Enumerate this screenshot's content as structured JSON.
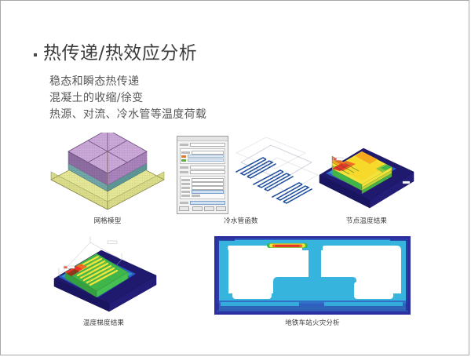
{
  "slide": {
    "title": "热传递/热效应分析",
    "bullet_glyph": "square-bullet",
    "bullets": [
      "稳态和瞬态热传递",
      "混凝土的收缩/徐变",
      "热源、对流、冷水管等温度荷载"
    ]
  },
  "figures": [
    {
      "name": "mesh-model",
      "caption": "网格模型",
      "description": "isometric FE mesh: olive-yellow foundation slab with purple/teal block on top",
      "colors": {
        "slab_top": "#e6e89a",
        "slab_side": "#d8da88",
        "block_top": "#c9a4d6",
        "block_side": "#a97fba",
        "block_band": "#6fa8a8"
      }
    },
    {
      "name": "cooling-pipe-dialog",
      "caption": "",
      "description": "small properties dialog window with input rows and buttons",
      "colors": {
        "window": "#f2f2f2",
        "selection": "#cfe0f3",
        "accent_orange": "#e07b2d",
        "accent_green": "#5fae45"
      }
    },
    {
      "name": "cooling-pipe-function",
      "caption": "冷水管函数",
      "description": "isometric serpentine cooling pipe layout, blue dotted loops with grey outlines",
      "colors": {
        "pipe": "#1f4e9c",
        "outline": "#c8cdd6"
      }
    },
    {
      "name": "nodal-temperature-result",
      "caption": "节点温度结果",
      "description": "isometric contour plot, navy base block with rainbow banded concrete block",
      "colors": {
        "base": "#201a6e",
        "hot": "#e8352a",
        "warm": "#f6a81e",
        "mid": "#f2e43a",
        "cool": "#3fb54a",
        "cold": "#2fbfd4"
      }
    },
    {
      "name": "temperature-gradient-result",
      "caption": "温度梯度结果",
      "description": "isometric contour plot with serpentine pipe traces in yellow-green over navy base",
      "colors": {
        "base": "#201a6e",
        "hot": "#e8352a",
        "stripe": "#f2e43a",
        "field": "#3fb54a"
      }
    },
    {
      "name": "subway-station-fire-analysis",
      "caption": "地铁车站火灾分析",
      "description": "cross-section of two-level subway station, cyan structure with red-yellow hot band at ceiling",
      "colors": {
        "outer": "#2b2f9e",
        "structure": "#36b4dd",
        "void": "#ffffff",
        "hot_red": "#e8352a",
        "hot_yellow": "#f3e43c"
      }
    }
  ]
}
